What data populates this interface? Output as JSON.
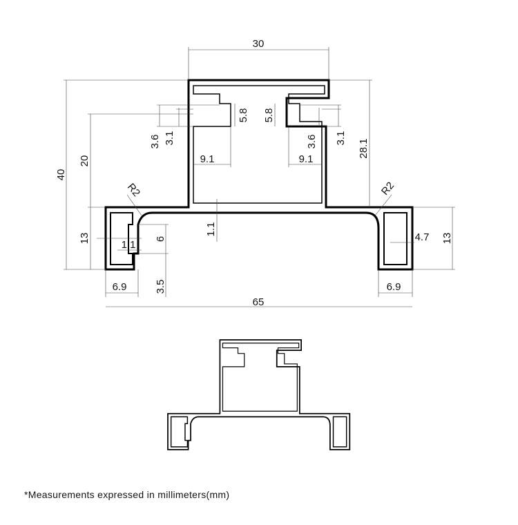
{
  "dimensions": {
    "top_width": "30",
    "inner_height_left": "5.8",
    "inner_height_right": "5.8",
    "slot_left_outer": "3.6",
    "slot_left_inner": "3.1",
    "slot_right_outer": "3.6",
    "slot_right_inner": "3.1",
    "web_offset_left": "9.1",
    "web_offset_right": "9.1",
    "overall_height": "40",
    "upper_height": "20",
    "right_height": "28.1",
    "radius_left": "R2",
    "radius_right": "R2",
    "wall_thickness": "1.1",
    "left_base_height": "13",
    "right_base_height": "13",
    "left_lip_thickness": "1.1",
    "left_slot_opening": "6",
    "left_bottom_gap": "3.5",
    "right_box_width": "4.7",
    "left_foot_width": "6.9",
    "right_foot_width": "6.9",
    "overall_width": "65"
  },
  "note": "*Measurements expressed in millimeters(mm)"
}
